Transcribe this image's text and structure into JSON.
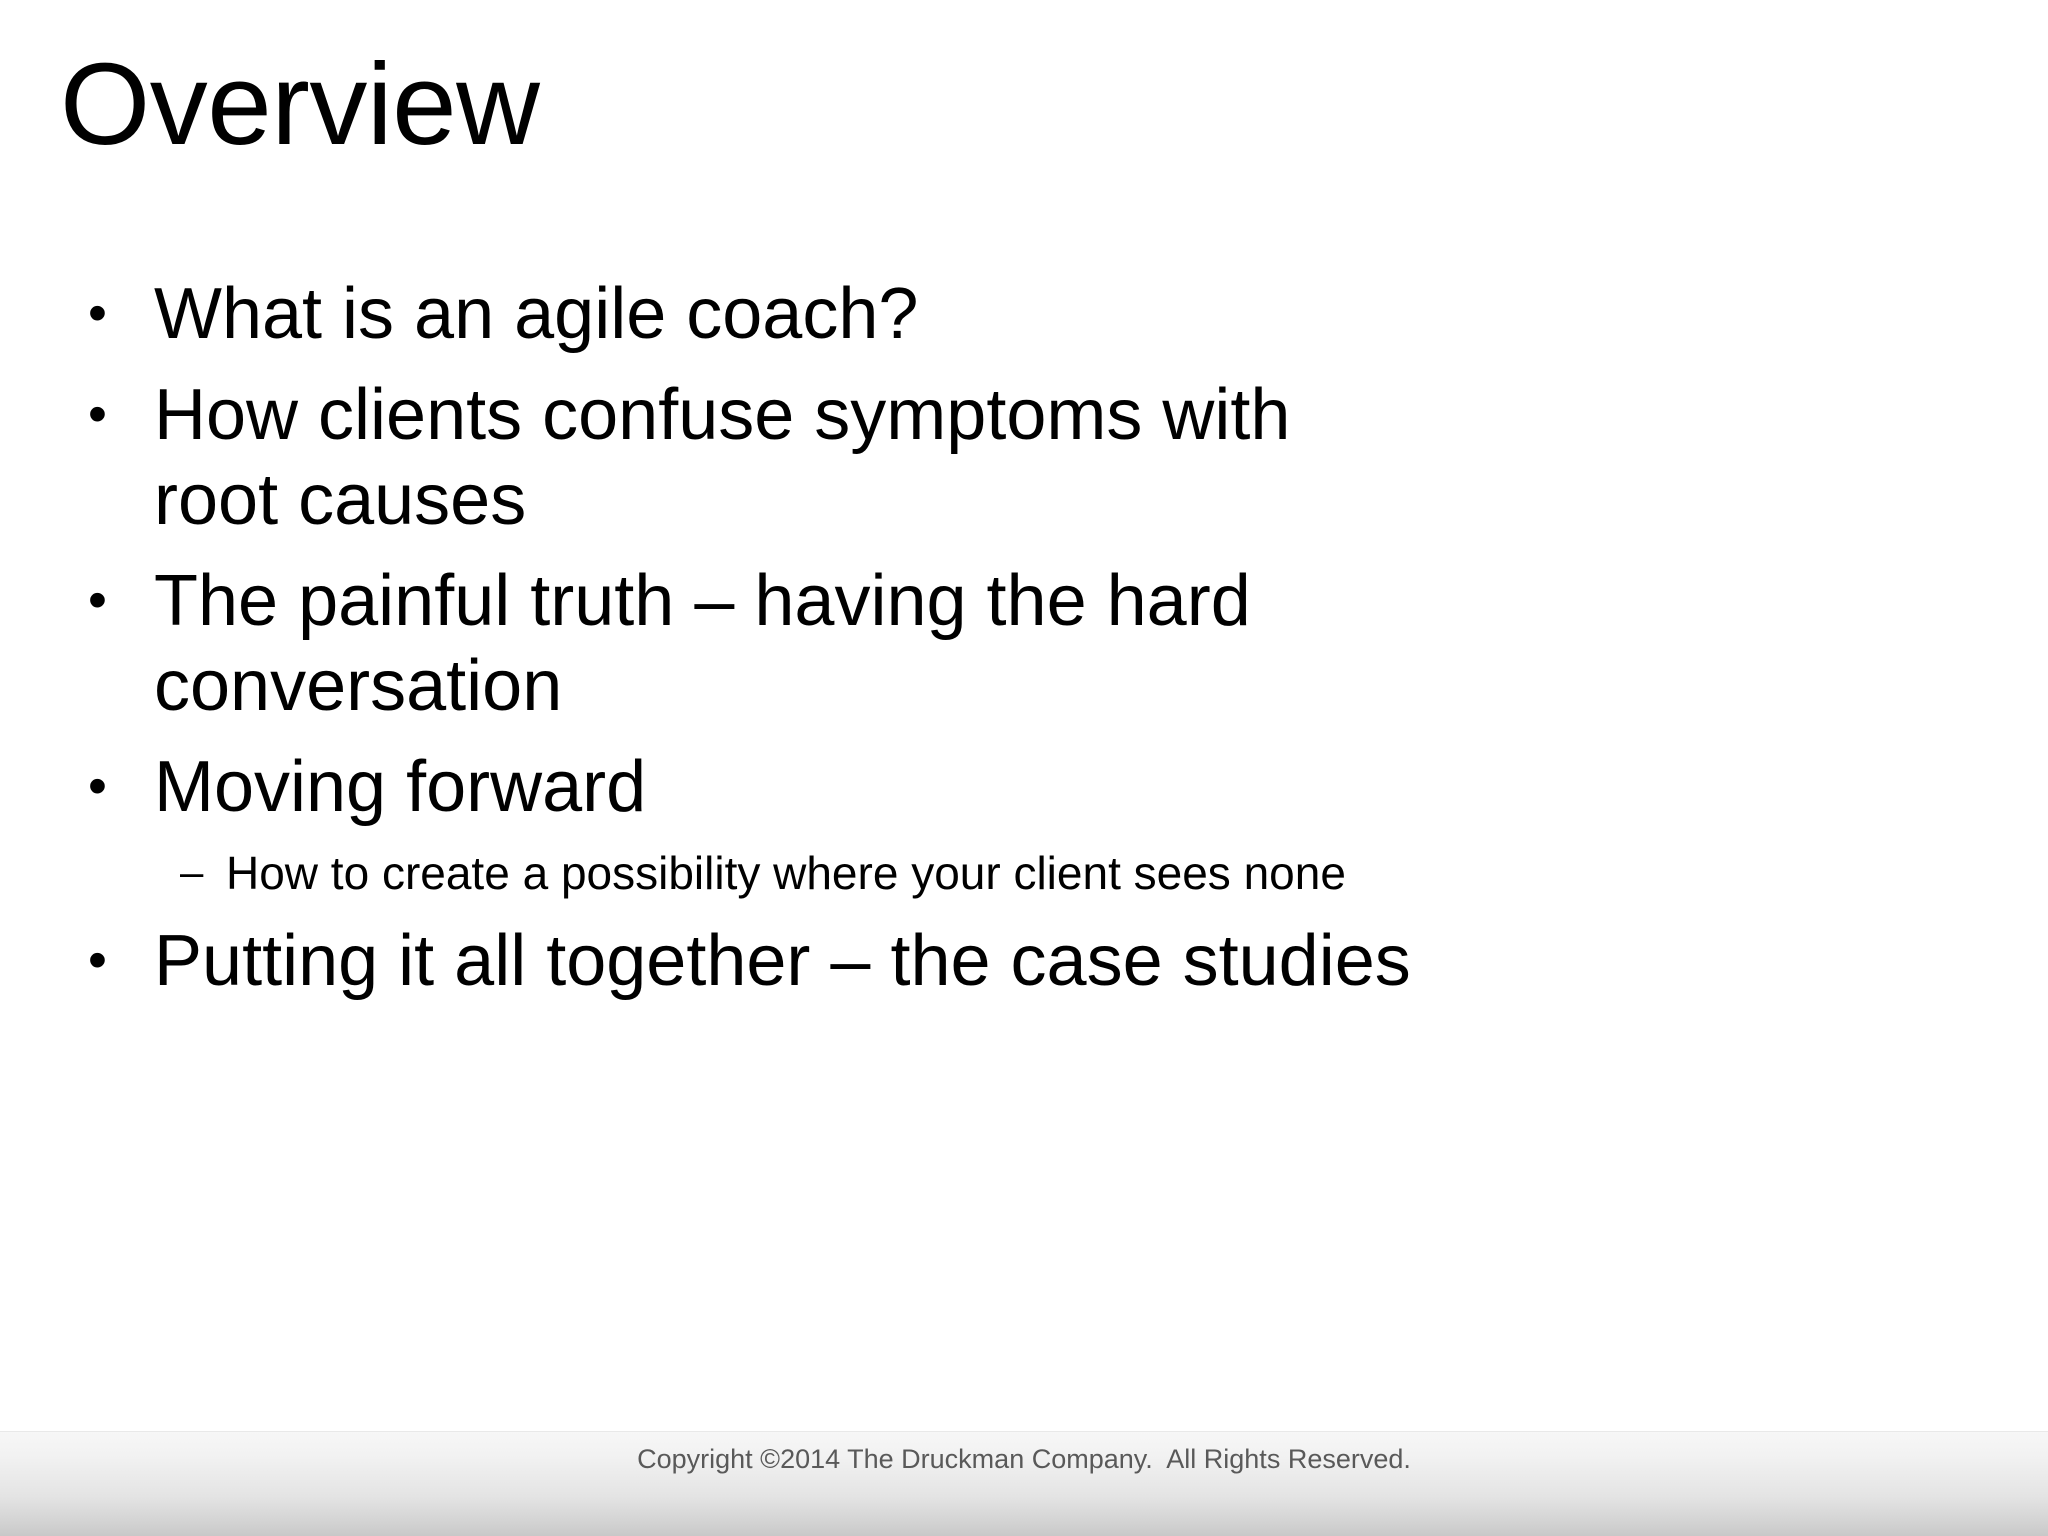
{
  "slide": {
    "title": "Overview",
    "background_color": "#ffffff",
    "text_color": "#000000",
    "bullet_glyph": "•",
    "sub_bullet_glyph": "–",
    "content": [
      {
        "level": 1,
        "text": "What is an agile coach?"
      },
      {
        "level": 1,
        "text": "How clients confuse symptoms with root causes"
      },
      {
        "level": 1,
        "text": "The painful truth – having the hard conversation"
      },
      {
        "level": 1,
        "text": "Moving forward"
      },
      {
        "level": 2,
        "text": "How to create a possibility where your client sees none"
      },
      {
        "level": 1,
        "text": "Putting it all together – the case studies"
      }
    ]
  },
  "footer": {
    "text": "Copyright ©2014 The Druckman Company.  All Rights Reserved.",
    "text_color": "#595959"
  }
}
